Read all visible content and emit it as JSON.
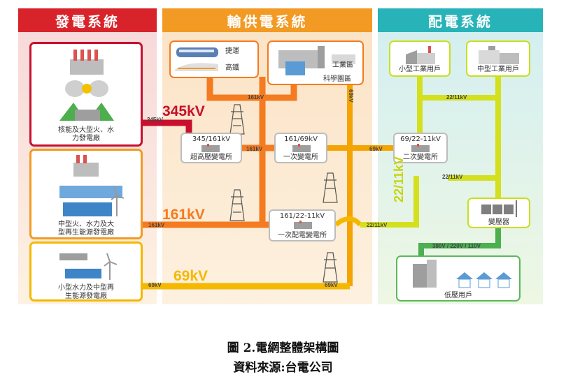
{
  "headers": {
    "generation": "發電系統",
    "transmission": "輸供電系統",
    "distribution": "配電系統"
  },
  "generation": {
    "nuclear_large": "核能及大型火、水\n力發電廠",
    "medium_renewable": "中型火、水力及大\n型再生能源發電廠",
    "small_renewable": "小型水力及中型再\n生能源發電廠"
  },
  "transmission": {
    "rail_mrt": "捷運",
    "rail_hsr": "高鐵",
    "industrial_zone": "工業區",
    "science_park": "科學園區",
    "ehv_substation_rating": "345/161kV",
    "ehv_substation": "超高壓變電所",
    "primary_substation_rating": "161/69kV",
    "primary_substation": "一次變電所",
    "dist_substation_rating": "161/22-11kV",
    "dist_substation": "一次配電變電所"
  },
  "distribution": {
    "small_factory": "小型工業用戶",
    "medium_factory": "中型工業用戶",
    "secondary_substation_rating": "69/22-11kV",
    "secondary_substation": "二次變電所",
    "transformer": "變壓器",
    "low_voltage": "低壓用戶"
  },
  "voltages": {
    "big_345": "345kV",
    "big_161": "161kV",
    "big_69": "69kV",
    "big_22_11": "22/11kV",
    "s_345": "345kV",
    "s_161_gen": "161kV",
    "s_69_gen": "69kV",
    "s_161_top": "161kV",
    "s_161_mid": "161kV",
    "s_69_vert": "69kV",
    "s_69_mid": "69kV",
    "s_69_bottom": "69kV",
    "s_22_11_top": "22/11kV",
    "s_22_11_mid": "22/11kV",
    "s_22_11_bottom": "22/11kV",
    "s_lv": "380V / 220V / 110V"
  },
  "caption": {
    "title": "圖 2.電網整體架構圖",
    "source": "資料來源:台電公司"
  },
  "colors": {
    "red": "#d8232a",
    "orange": "#f29a23",
    "orange_line": "#f47b20",
    "yellow": "#f5b800",
    "teal": "#27b3b8",
    "lime": "#c8e01e",
    "green": "#5cb85c"
  }
}
